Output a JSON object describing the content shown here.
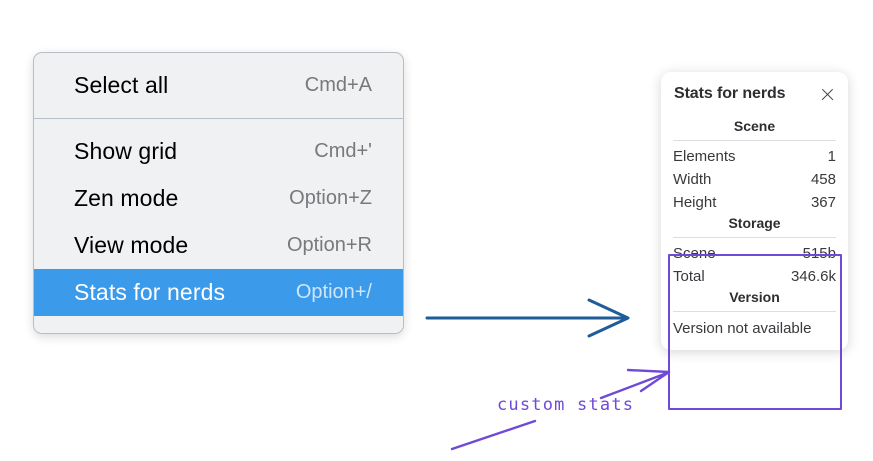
{
  "context_menu": {
    "name": "canvas-context-menu",
    "groups": [
      {
        "items": [
          {
            "label": "Select all",
            "shortcut": "Cmd+A",
            "selected": false
          }
        ]
      },
      {
        "items": [
          {
            "label": "Show grid",
            "shortcut": "Cmd+'",
            "selected": false
          },
          {
            "label": "Zen mode",
            "shortcut": "Option+Z",
            "selected": false
          },
          {
            "label": "View mode",
            "shortcut": "Option+R",
            "selected": false
          },
          {
            "label": "Stats for nerds",
            "shortcut": "Option+/",
            "selected": true
          }
        ]
      }
    ]
  },
  "stats_panel": {
    "title": "Stats for nerds",
    "close_icon": "close-icon",
    "sections": [
      {
        "heading": "Scene",
        "rows": [
          {
            "key": "Elements",
            "value": "1"
          },
          {
            "key": "Width",
            "value": "458"
          },
          {
            "key": "Height",
            "value": "367"
          }
        ]
      },
      {
        "heading": "Storage",
        "rows": [
          {
            "key": "Scene",
            "value": "515b"
          },
          {
            "key": "Total",
            "value": "346.6k"
          }
        ]
      },
      {
        "heading": "Version",
        "note": "Version not available"
      }
    ]
  },
  "annotations": {
    "label": "custom stats",
    "flow_arrow": "arrow-menu-to-panel",
    "callout_arrow": "arrow-label-to-highlight"
  },
  "colors": {
    "menu_background": "#f0f1f3",
    "menu_border": "#b6bec7",
    "selected_row": "#3b9aea",
    "shortcut_text": "#78797c",
    "panel_background": "#ffffff",
    "panel_text": "#39393d",
    "highlight_purple": "#6e4ad6",
    "flow_arrow_blue": "#1f5c99",
    "page_background": "#ffffff"
  }
}
